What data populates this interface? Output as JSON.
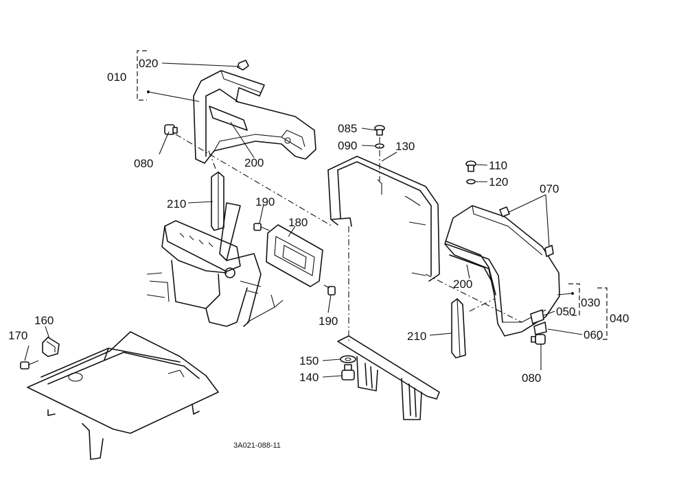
{
  "diagram": {
    "drawing_code": "3A021-088-11",
    "callouts": [
      {
        "id": "c010",
        "text": "010"
      },
      {
        "id": "c020",
        "text": "020"
      },
      {
        "id": "c080a",
        "text": "080"
      },
      {
        "id": "c200a",
        "text": "200"
      },
      {
        "id": "c210a",
        "text": "210"
      },
      {
        "id": "c190a",
        "text": "190"
      },
      {
        "id": "c180",
        "text": "180"
      },
      {
        "id": "c190b",
        "text": "190"
      },
      {
        "id": "c085",
        "text": "085"
      },
      {
        "id": "c090",
        "text": "090"
      },
      {
        "id": "c130",
        "text": "130"
      },
      {
        "id": "c110",
        "text": "110"
      },
      {
        "id": "c120",
        "text": "120"
      },
      {
        "id": "c070",
        "text": "070"
      },
      {
        "id": "c200b",
        "text": "200"
      },
      {
        "id": "c030",
        "text": "030"
      },
      {
        "id": "c040",
        "text": "040"
      },
      {
        "id": "c050",
        "text": "050"
      },
      {
        "id": "c060",
        "text": "060"
      },
      {
        "id": "c080b",
        "text": "080"
      },
      {
        "id": "c210b",
        "text": "210"
      },
      {
        "id": "c160",
        "text": "160"
      },
      {
        "id": "c170",
        "text": "170"
      },
      {
        "id": "c150",
        "text": "150"
      },
      {
        "id": "c140",
        "text": "140"
      }
    ]
  }
}
